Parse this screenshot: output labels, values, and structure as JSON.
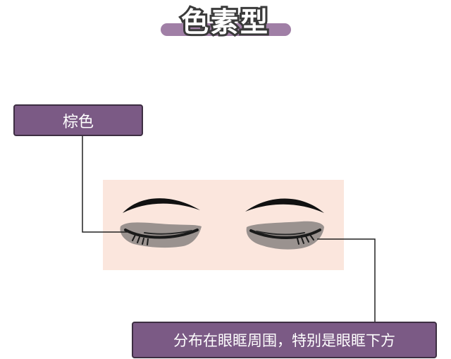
{
  "title": "色素型",
  "labels": {
    "color": "棕色",
    "distribution": "分布在眼眶周围，特别是眼眶下方"
  },
  "colors": {
    "accent": "#7b5a85",
    "title_bar": "#a07fa6",
    "skin": "#fbe6dd",
    "shadow": "#9a928f"
  }
}
